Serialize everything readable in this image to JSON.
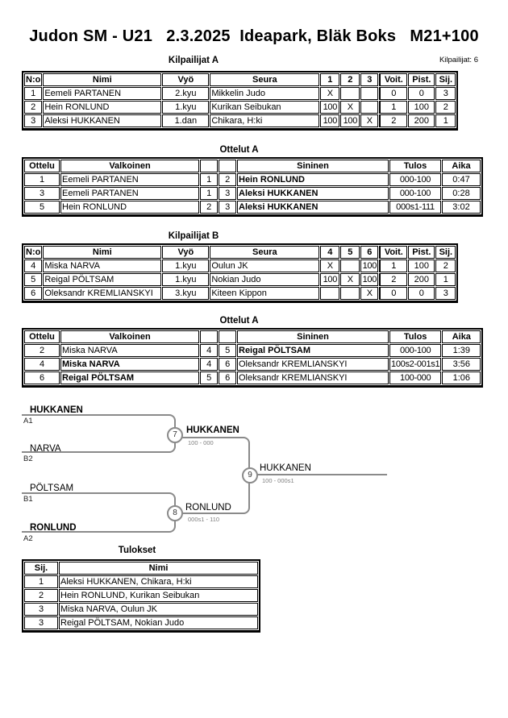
{
  "header": {
    "title": "Judon SM - U21   2.3.2025  Ideapark, Bläk Boks   M21+100",
    "competitors_note": "Kilpailijat: 6"
  },
  "tables": {
    "pool_a": {
      "title": "Kilpailijat A",
      "columns": [
        "N:o",
        "Nimi",
        "Vyö",
        "Seura",
        "1",
        "2",
        "3",
        "Voit.",
        "Pist.",
        "Sij."
      ],
      "rows": [
        [
          "1",
          "Eemeli PARTANEN",
          "2.kyu",
          "Mikkelin Judo",
          "X",
          "",
          "",
          "0",
          "0",
          "3"
        ],
        [
          "2",
          "Hein RONLUND",
          "1.kyu",
          "Kurikan Seibukan",
          "100",
          "X",
          "",
          "1",
          "100",
          "2"
        ],
        [
          "3",
          "Aleksi HUKKANEN",
          "1.dan",
          "Chikara, H:ki",
          "100",
          "100",
          "X",
          "2",
          "200",
          "1"
        ]
      ]
    },
    "matches_a": {
      "title": "Ottelut A",
      "columns": [
        "Ottelu",
        "Valkoinen",
        "",
        "",
        "Sininen",
        "Tulos",
        "Aika"
      ],
      "rows": [
        [
          "1",
          "Eemeli PARTANEN",
          "1",
          "2",
          {
            "t": "Hein RONLUND",
            "b": true
          },
          "000-100",
          "0:47"
        ],
        [
          "3",
          "Eemeli PARTANEN",
          "1",
          "3",
          {
            "t": "Aleksi HUKKANEN",
            "b": true
          },
          "000-100",
          "0:28"
        ],
        [
          "5",
          "Hein RONLUND",
          "2",
          "3",
          {
            "t": "Aleksi HUKKANEN",
            "b": true
          },
          "000s1-111",
          "3:02"
        ]
      ]
    },
    "pool_b": {
      "title": "Kilpailijat B",
      "columns": [
        "N:o",
        "Nimi",
        "Vyö",
        "Seura",
        "4",
        "5",
        "6",
        "Voit.",
        "Pist.",
        "Sij."
      ],
      "rows": [
        [
          "4",
          "Miska NARVA",
          "1.kyu",
          "Oulun JK",
          "X",
          "",
          "100",
          "1",
          "100",
          "2"
        ],
        [
          "5",
          "Reigal PÖLTSAM",
          "1.kyu",
          "Nokian Judo",
          "100",
          "X",
          "100",
          "2",
          "200",
          "1"
        ],
        [
          "6",
          "Oleksandr KREMLIANSKYI",
          "3.kyu",
          "Kiteen Kippon",
          "",
          "",
          "X",
          "0",
          "0",
          "3"
        ]
      ]
    },
    "matches_b": {
      "title": "Ottelut A",
      "columns": [
        "Ottelu",
        "Valkoinen",
        "",
        "",
        "Sininen",
        "Tulos",
        "Aika"
      ],
      "rows": [
        [
          "2",
          "Miska NARVA",
          "4",
          "5",
          {
            "t": "Reigal PÖLTSAM",
            "b": true
          },
          "000-100",
          "1:39"
        ],
        [
          "4",
          {
            "t": "Miska NARVA",
            "b": true
          },
          "4",
          "6",
          "Oleksandr KREMLIANSKYI",
          "100s2-001s1",
          "3:56"
        ],
        [
          "6",
          {
            "t": "Reigal PÖLTSAM",
            "b": true
          },
          "5",
          "6",
          "Oleksandr KREMLIANSKYI",
          "100-000",
          "1:06"
        ]
      ]
    },
    "results": {
      "title": "Tulokset",
      "columns": [
        "Sij.",
        "Nimi"
      ],
      "rows": [
        [
          "1",
          "Aleksi HUKKANEN, Chikara, H:ki"
        ],
        [
          "2",
          "Hein RONLUND, Kurikan Seibukan"
        ],
        [
          "3",
          "Miska NARVA, Oulun JK"
        ],
        [
          "3",
          "Reigal PÖLTSAM, Nokian Judo"
        ]
      ]
    }
  },
  "bracket": {
    "slots": [
      {
        "name": "HUKKANEN",
        "seed": "A1"
      },
      {
        "name": "NARVA",
        "seed": "B2"
      },
      {
        "name": "PÖLTSAM",
        "seed": "B1"
      },
      {
        "name": "RONLUND",
        "seed": "A2"
      }
    ],
    "matches": [
      {
        "no": "7",
        "winner": "HUKKANEN",
        "score": "100 - 000"
      },
      {
        "no": "8",
        "winner": "RONLUND",
        "score": "000s1 - 110"
      },
      {
        "no": "9",
        "winner": "HUKKANEN",
        "score": "100 - 000s1"
      }
    ]
  },
  "colors": {
    "bracket_line": "#8a8a8a",
    "score_text": "#808080",
    "text": "#000000"
  }
}
